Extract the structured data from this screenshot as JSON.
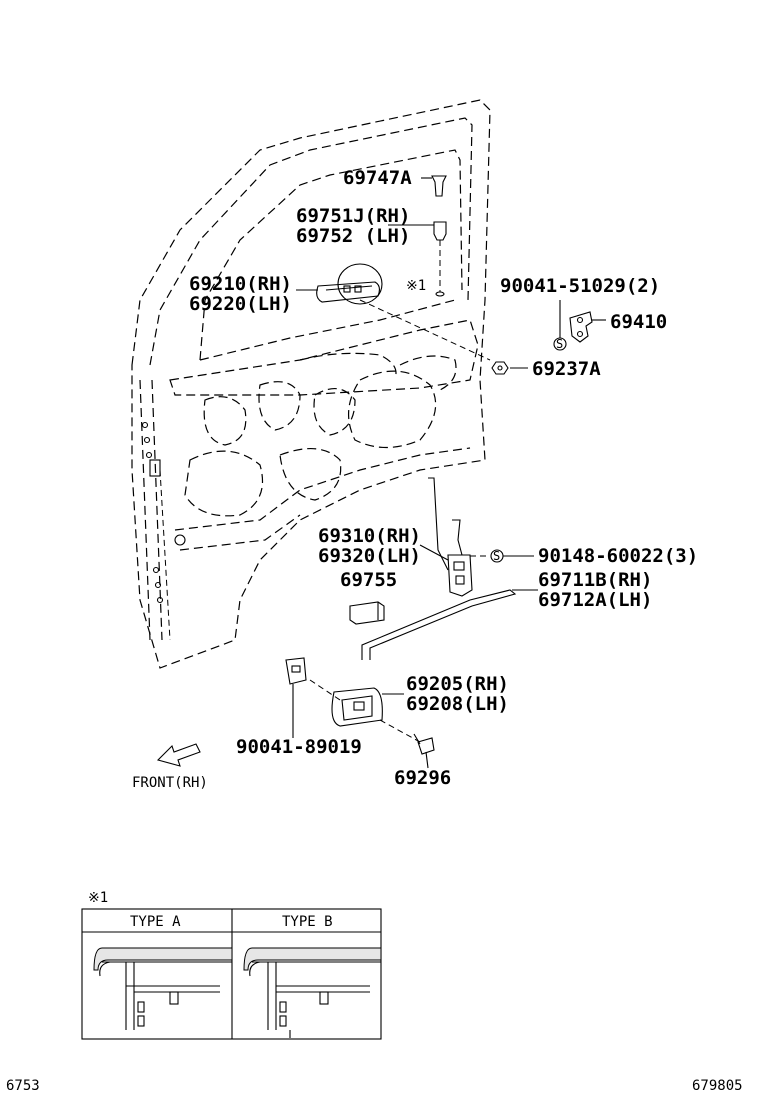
{
  "callouts": [
    {
      "id": "c-69747A",
      "lines": [
        "69747A"
      ]
    },
    {
      "id": "c-69751J",
      "lines": [
        "69751J(RH)",
        "69752  (LH)"
      ]
    },
    {
      "id": "c-69210",
      "lines": [
        "69210(RH)",
        "69220(LH)"
      ]
    },
    {
      "id": "c-note-mark",
      "lines": [
        "※1"
      ]
    },
    {
      "id": "c-90041-51029",
      "lines": [
        "90041-51029(2)"
      ]
    },
    {
      "id": "c-69410",
      "lines": [
        "69410"
      ]
    },
    {
      "id": "c-69237A",
      "lines": [
        "69237A"
      ]
    },
    {
      "id": "c-69310",
      "lines": [
        "69310(RH)",
        "69320(LH)"
      ]
    },
    {
      "id": "c-90148",
      "lines": [
        "90148-60022(3)"
      ]
    },
    {
      "id": "c-69755",
      "lines": [
        "69755"
      ]
    },
    {
      "id": "c-69711B",
      "lines": [
        "69711B(RH)",
        "69712A(LH)"
      ]
    },
    {
      "id": "c-69205",
      "lines": [
        "69205(RH)",
        "69208(LH)"
      ]
    },
    {
      "id": "c-90041-89019",
      "lines": [
        "90041-89019"
      ]
    },
    {
      "id": "c-69296",
      "lines": [
        "69296"
      ]
    }
  ],
  "front_label": "FRONT(RH)",
  "s_symbol": "S",
  "detail_table": {
    "mark": "※1",
    "headers": [
      "TYPE A",
      "TYPE B"
    ]
  },
  "footer": {
    "left": "6753",
    "right": "679805"
  }
}
